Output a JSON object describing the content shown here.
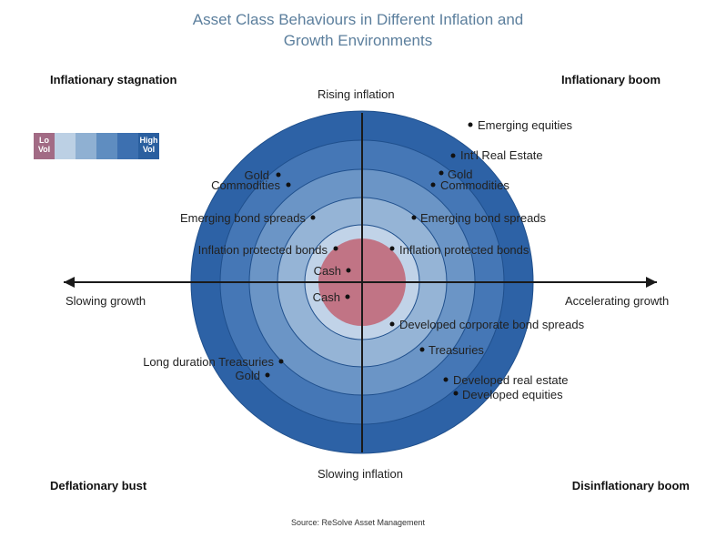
{
  "title": {
    "line1": "Asset Class Behaviours in Different Inflation and",
    "line2": "Growth Environments"
  },
  "quadrants": {
    "top_left": "Inflationary stagnation",
    "top_right": "Inflationary boom",
    "bottom_left": "Deflationary bust",
    "bottom_right": "Disinflationary boom"
  },
  "axes": {
    "top": "Rising inflation",
    "bottom": "Slowing inflation",
    "left": "Slowing growth",
    "right": "Accelerating growth"
  },
  "legend": {
    "low": "Lo\nVol",
    "high": "High\nVol",
    "colors": [
      "#a26b85",
      "#bcd0e4",
      "#8fb0d2",
      "#5f8dc0",
      "#3d70b0",
      "#2a5f9f"
    ]
  },
  "ring_colors": [
    "#2d62a6",
    "#4577b6",
    "#6b95c6",
    "#95b4d6",
    "#c1d3e8",
    "#c17485"
  ],
  "assets": [
    {
      "label": "Emerging equities",
      "quadrant": "top-right",
      "ring": "outer"
    },
    {
      "label": "Int'l Real Estate",
      "quadrant": "top-right",
      "ring": "outer"
    },
    {
      "label": "Gold",
      "quadrant": "top-right",
      "ring": "2"
    },
    {
      "label": "Commodities",
      "quadrant": "top-right",
      "ring": "2"
    },
    {
      "label": "Emerging bond spreads",
      "quadrant": "top-right",
      "ring": "3"
    },
    {
      "label": "Inflation protected bonds",
      "quadrant": "top-right",
      "ring": "4"
    },
    {
      "label": "Gold",
      "quadrant": "top-left",
      "ring": "2"
    },
    {
      "label": "Commodities",
      "quadrant": "top-left",
      "ring": "2"
    },
    {
      "label": "Emerging bond spreads",
      "quadrant": "top-left",
      "ring": "3"
    },
    {
      "label": "Inflation protected bonds",
      "quadrant": "top-left",
      "ring": "4"
    },
    {
      "label": "Cash",
      "quadrant": "top-left",
      "ring": "core"
    },
    {
      "label": "Cash",
      "quadrant": "bottom-left",
      "ring": "core"
    },
    {
      "label": "Long duration Treasuries",
      "quadrant": "bottom-left",
      "ring": "2"
    },
    {
      "label": "Gold",
      "quadrant": "bottom-left",
      "ring": "2"
    },
    {
      "label": "Developed corporate bond spreads",
      "quadrant": "bottom-right",
      "ring": "4"
    },
    {
      "label": "Treasuries",
      "quadrant": "bottom-right",
      "ring": "3"
    },
    {
      "label": "Developed real estate",
      "quadrant": "bottom-right",
      "ring": "2"
    },
    {
      "label": "Developed equities",
      "quadrant": "bottom-right",
      "ring": "2"
    }
  ],
  "source": "Source: ReSolve Asset Management"
}
